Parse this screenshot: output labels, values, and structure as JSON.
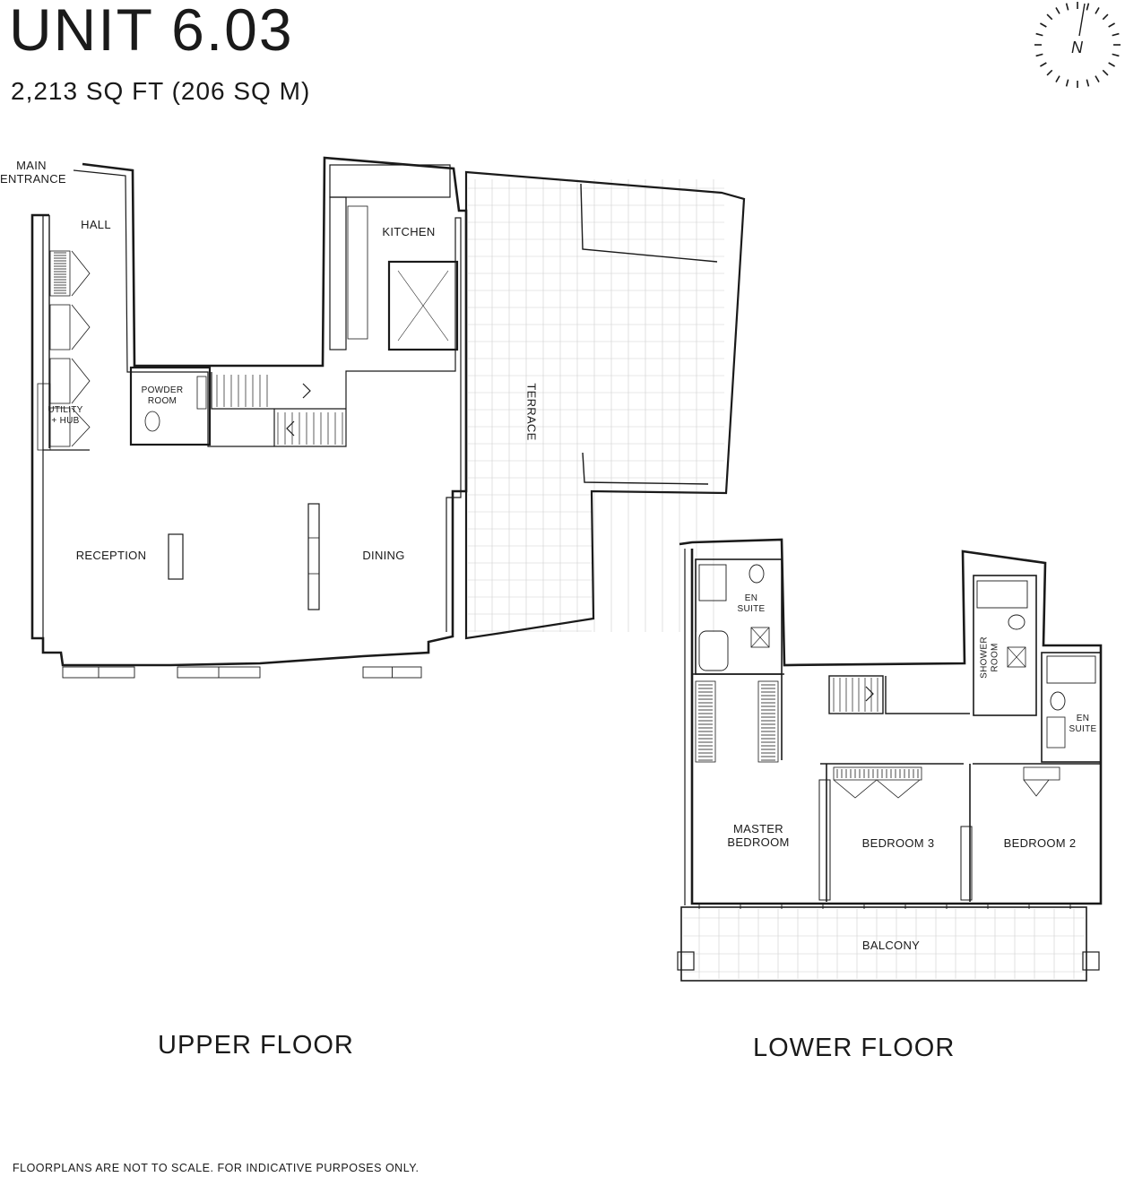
{
  "header": {
    "title": "UNIT 6.03",
    "area": "2,213 SQ FT (206 SQ M)"
  },
  "compass": {
    "label": "N"
  },
  "floors": {
    "upper": "UPPER FLOOR",
    "lower": "LOWER FLOOR"
  },
  "rooms": {
    "main_entrance": "MAIN\nENTRANCE",
    "hall": "HALL",
    "kitchen": "KITCHEN",
    "powder_room": "POWDER\nROOM",
    "utility": "UTILITY\n+ HUB",
    "terrace": "TERRACE",
    "reception": "RECEPTION",
    "dining": "DINING",
    "en_suite_master": "EN\nSUITE",
    "shower_room": "SHOWER\nROOM",
    "en_suite_2": "EN\nSUITE",
    "master_bedroom": "MASTER\nBEDROOM",
    "bedroom_3": "BEDROOM 3",
    "bedroom_2": "BEDROOM 2",
    "balcony": "BALCONY"
  },
  "footer": {
    "disclaimer": "FLOORPLANS ARE NOT TO SCALE. FOR INDICATIVE PURPOSES ONLY."
  }
}
